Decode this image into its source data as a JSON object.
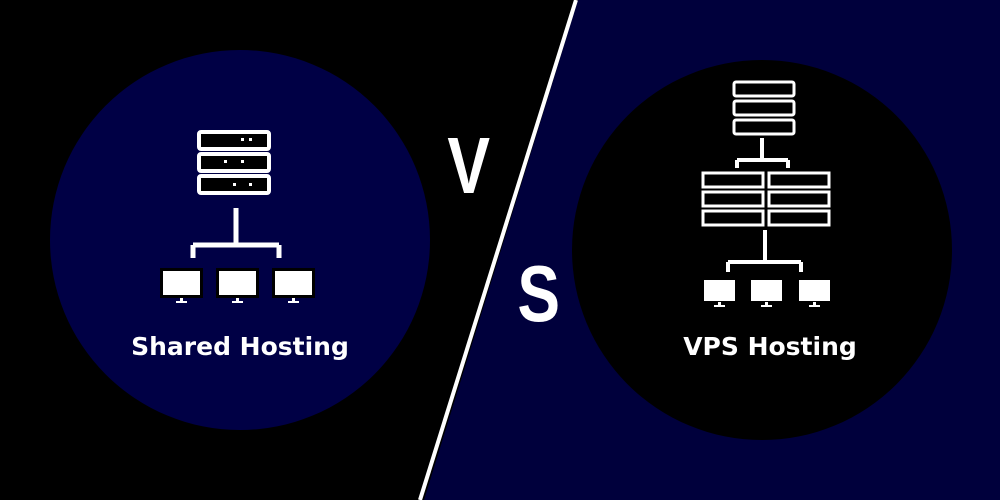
{
  "left": {
    "title": "Shared Hosting"
  },
  "right": {
    "title": "VPS Hosting"
  },
  "versus": {
    "v": "V",
    "s": "S"
  },
  "colors": {
    "navy": "#000040",
    "black": "#000000",
    "white": "#ffffff"
  }
}
